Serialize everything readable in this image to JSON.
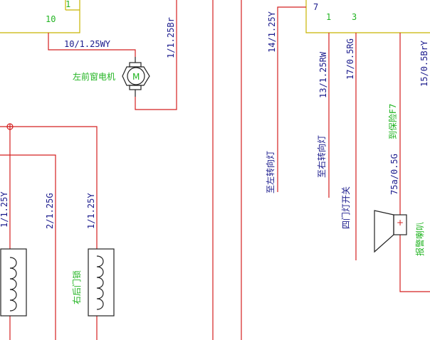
{
  "connector_left": {
    "top_pin": "1",
    "bottom_pin": "10"
  },
  "connector_right": {
    "pin_top": "7",
    "pin_a": "1",
    "pin_b": "3"
  },
  "wires": {
    "w_10_wy": "10/1.25WY",
    "w_1_br": "1/1.25Br",
    "w_14_y": "14/1.25Y",
    "w_13_rw": "13/1.25RW",
    "w_17_rg": "17/0.5RG",
    "w_15_bry": "15/0.5BrY",
    "w_1_y_left": "1/1.25Y",
    "w_2_g": "2/1.25G",
    "w_1_y_mid": "1/1.25Y",
    "w_75a": "75a/0.5G"
  },
  "labels": {
    "motor_name": "左前窗电机",
    "motor_symbol": "M",
    "right_rear_lock": "右后门锁",
    "to_left_turn": "至左转向灯",
    "to_right_turn": "至右转向灯",
    "four_door_switch": "四门灯开关",
    "to_fuse": "到保险F7",
    "alarm_horn": "报警喇叭",
    "horn_plus": "+"
  }
}
